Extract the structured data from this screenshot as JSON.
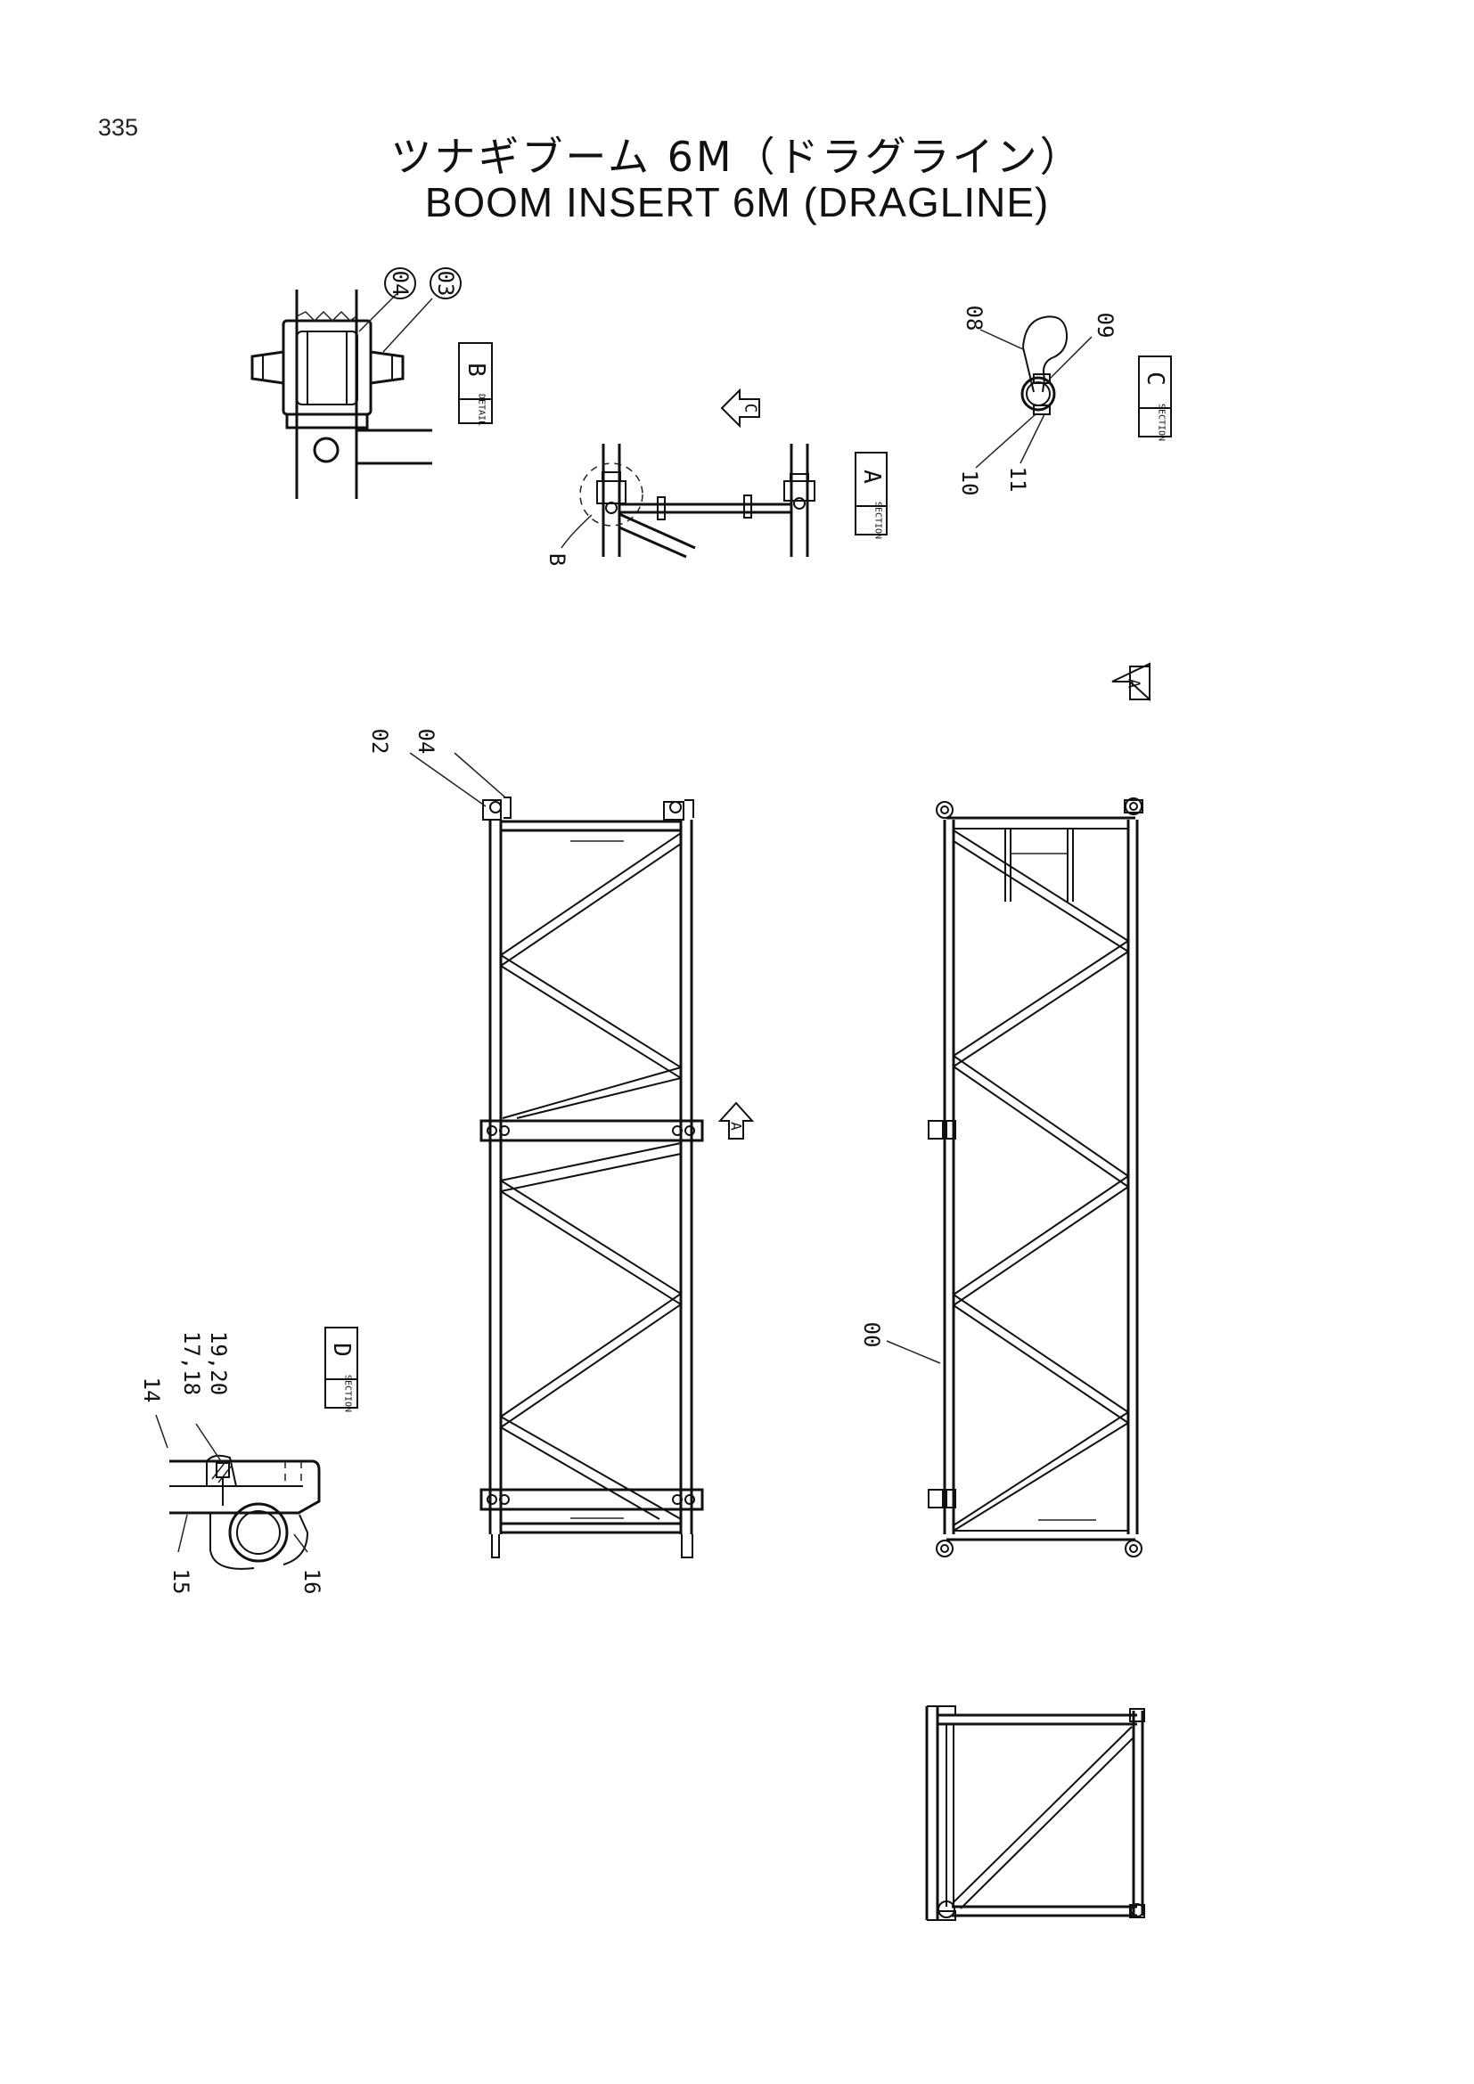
{
  "page": {
    "number": "335",
    "title_jp": "ツナギブーム 6M（ドラグライン）",
    "title_en": "BOOM INSERT 6M (DRAGLINE)"
  },
  "views": {
    "detail_b": {
      "sub": "DETAIL",
      "letter": "B"
    },
    "section_a": {
      "sub": "SECTION",
      "letter": "A"
    },
    "section_c": {
      "sub": "SECTION",
      "letter": "C"
    },
    "section_d": {
      "sub": "SECTION",
      "letter": "D"
    }
  },
  "view_arrows": {
    "c": "C",
    "a_top": "A",
    "a_right": "A"
  },
  "parts": {
    "p00": "00",
    "p02": "02",
    "p03": "03",
    "p04": "04",
    "p04b": "04",
    "p08": "08",
    "p09": "09",
    "p10": "10",
    "p11": "11",
    "p14": "14",
    "p15": "15",
    "p16": "16",
    "p1718": "17,18",
    "p1920": "19,20",
    "pB": "B"
  }
}
